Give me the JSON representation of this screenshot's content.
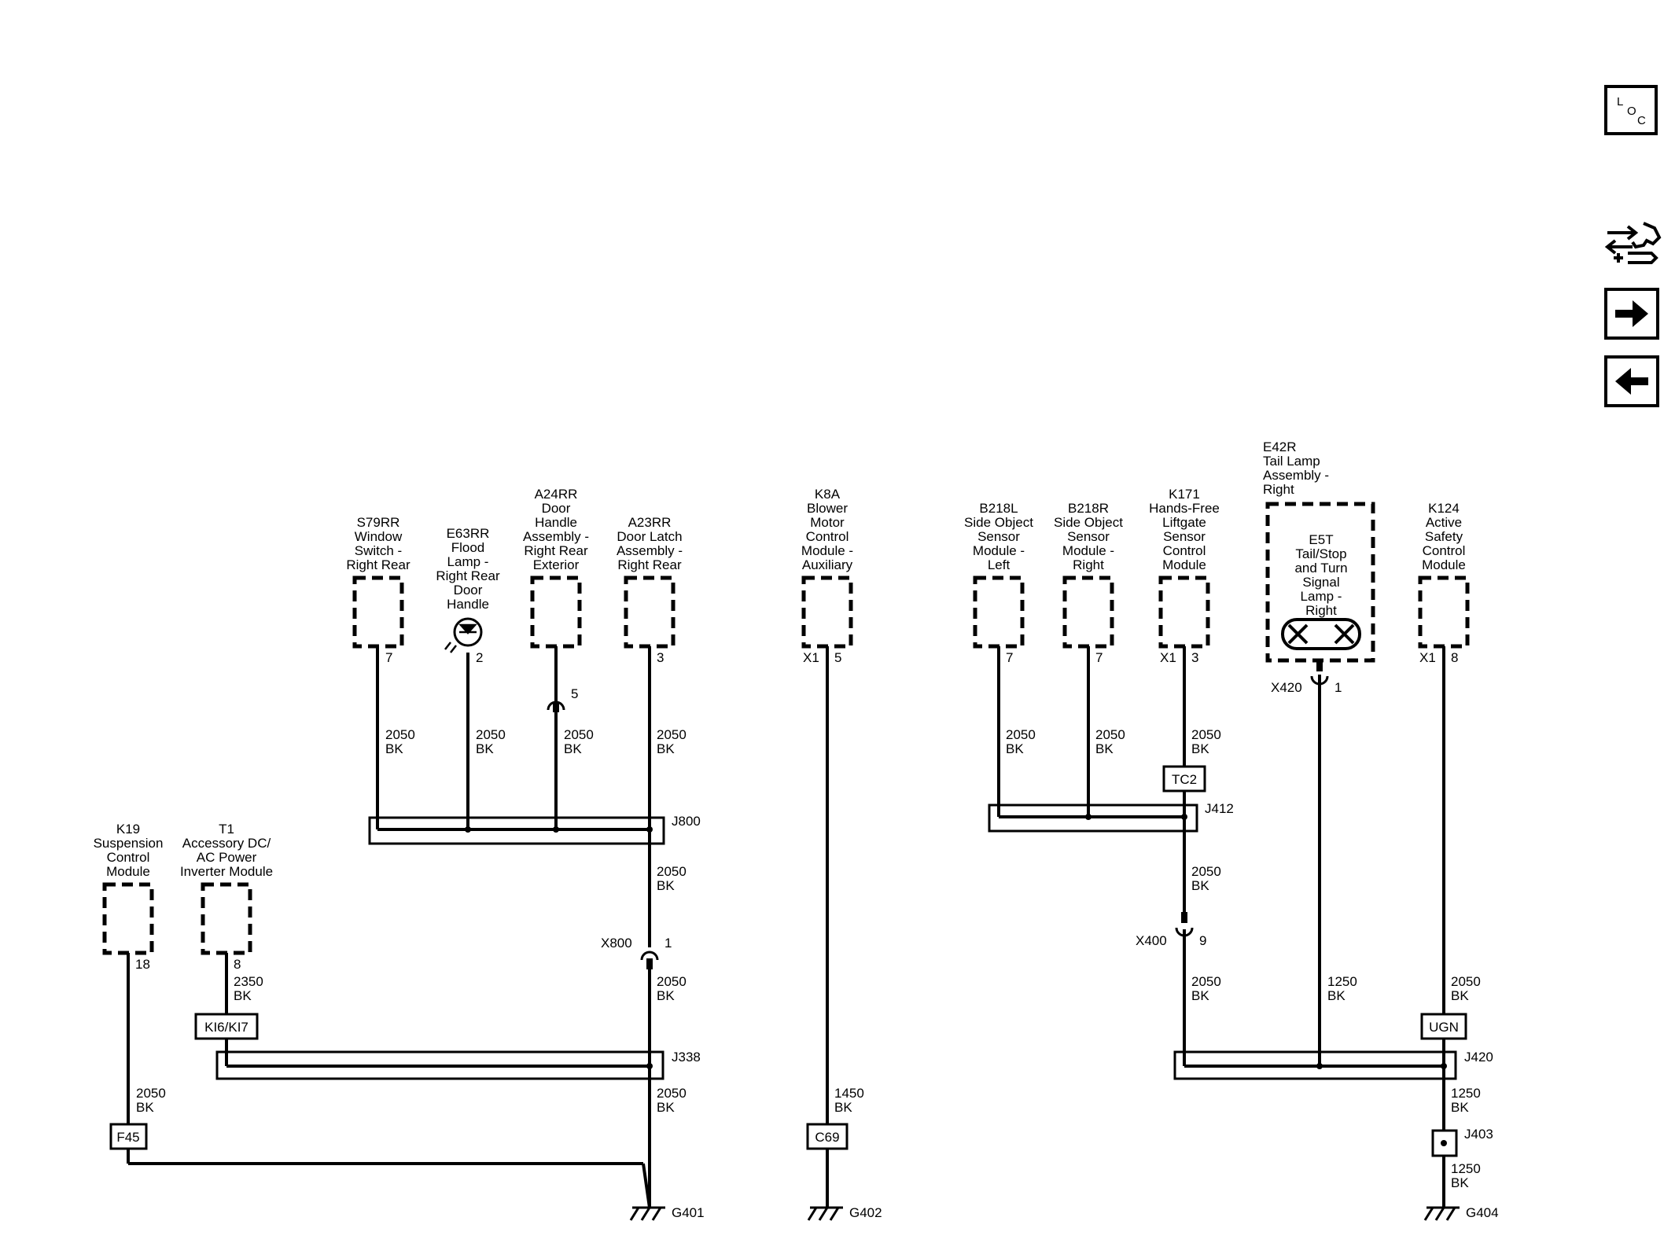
{
  "components": {
    "s79rr": [
      "S79RR",
      "Window",
      "Switch -",
      "Right Rear"
    ],
    "e63rr": [
      "E63RR",
      "Flood",
      "Lamp -",
      "Right Rear",
      "Door",
      "Handle"
    ],
    "a24rr": [
      "A24RR",
      "Door",
      "Handle",
      "Assembly -",
      "Right Rear",
      "Exterior"
    ],
    "a23rr": [
      "A23RR",
      "Door Latch",
      "Assembly -",
      "Right Rear"
    ],
    "k8a": [
      "K8A",
      "Blower",
      "Motor",
      "Control",
      "Module -",
      "Auxiliary"
    ],
    "b218l": [
      "B218L",
      "Side Object",
      "Sensor",
      "Module -",
      "Left"
    ],
    "b218r": [
      "B218R",
      "Side Object",
      "Sensor",
      "Module -",
      "Right"
    ],
    "k171": [
      "K171",
      "Hands-Free",
      "Liftgate",
      "Sensor",
      "Control",
      "Module"
    ],
    "e42r": [
      "E42R",
      "Tail Lamp",
      "Assembly -",
      "Right"
    ],
    "e5t": [
      "E5T",
      "Tail/Stop",
      "and Turn",
      "Signal",
      "Lamp -",
      "Right"
    ],
    "k124": [
      "K124",
      "Active",
      "Safety",
      "Control",
      "Module"
    ],
    "k19": [
      "K19",
      "Suspension",
      "Control",
      "Module"
    ],
    "t1": [
      "T1",
      "Accessory DC/",
      "AC Power",
      "Inverter Module"
    ]
  },
  "pins": {
    "s79rr": "7",
    "e63rr": "2",
    "a24rr": "5",
    "a23rr": "3",
    "k8a_conn": "X1",
    "k8a": "5",
    "b218l": "7",
    "b218r": "7",
    "k171_conn": "X1",
    "k171": "3",
    "x420": "X420",
    "x420_pin": "1",
    "k124_conn": "X1",
    "k124": "8",
    "k19": "18",
    "t1": "8",
    "x800": "X800",
    "x800_pin": "1",
    "x400": "X400",
    "x400_pin": "9"
  },
  "wires": {
    "w_s79": [
      "2050",
      "BK"
    ],
    "w_e63": [
      "2050",
      "BK"
    ],
    "w_a24": [
      "2050",
      "BK"
    ],
    "w_a23": [
      "2050",
      "BK"
    ],
    "w_j800_x800": [
      "2050",
      "BK"
    ],
    "w_x800_j338": [
      "2050",
      "BK"
    ],
    "w_j338_g401": [
      "2050",
      "BK"
    ],
    "w_t1": [
      "2350",
      "BK"
    ],
    "w_k19": [
      "2050",
      "BK"
    ],
    "w_k8a": [
      "1450",
      "BK"
    ],
    "w_b218l": [
      "2050",
      "BK"
    ],
    "w_b218r": [
      "2050",
      "BK"
    ],
    "w_k171": [
      "2050",
      "BK"
    ],
    "w_j412_x400": [
      "2050",
      "BK"
    ],
    "w_x400_j420": [
      "2050",
      "BK"
    ],
    "w_x420": [
      "1250",
      "BK"
    ],
    "w_k124": [
      "2050",
      "BK"
    ],
    "w_j420_j403": [
      "1250",
      "BK"
    ],
    "w_j403_g404": [
      "1250",
      "BK"
    ]
  },
  "splices": {
    "j800": "J800",
    "j338": "J338",
    "j412": "J412",
    "j420": "J420",
    "j403": "J403"
  },
  "options": {
    "ki6": "KI6/KI7",
    "f45": "F45",
    "c69": "C69",
    "tc2": "TC2",
    "ugn": "UGN"
  },
  "grounds": {
    "g401": "G401",
    "g402": "G402",
    "g404": "G404"
  },
  "nav": {
    "loc_icon": "loc-icon",
    "loc": [
      "L",
      "O",
      "C"
    ],
    "connector_icon": "connector-tool-icon",
    "next_icon": "arrow-right-icon",
    "prev_icon": "arrow-left-icon"
  }
}
